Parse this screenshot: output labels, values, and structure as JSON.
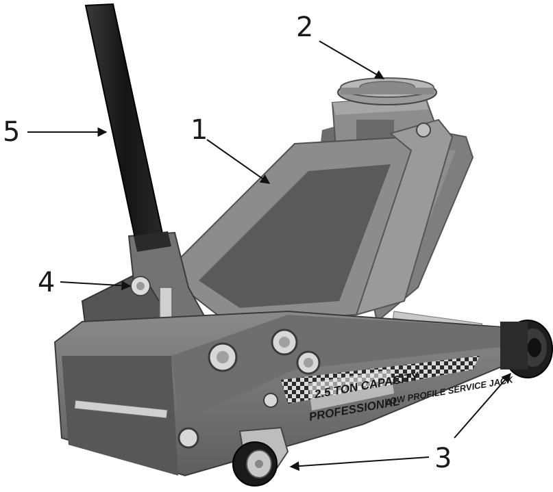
{
  "callouts": [
    {
      "label": "1",
      "part": "lift-arm"
    },
    {
      "label": "2",
      "part": "saddle"
    },
    {
      "label": "3",
      "part": "wheels"
    },
    {
      "label": "4",
      "part": "release-valve"
    },
    {
      "label": "5",
      "part": "handle"
    }
  ],
  "decal": {
    "capacity": "2.5 TON CAPACITY",
    "brand_line": "PROFESSIONAL",
    "product_line": "LOW PROFILE SERVICE JACK"
  },
  "colors": {
    "frame": "#7a7a7a",
    "frame_dark": "#4d4d4d",
    "handle": "#1c1c1c",
    "arm_panel": "#595959",
    "bolt": "#d9d9d9",
    "arrow": "#111111"
  }
}
